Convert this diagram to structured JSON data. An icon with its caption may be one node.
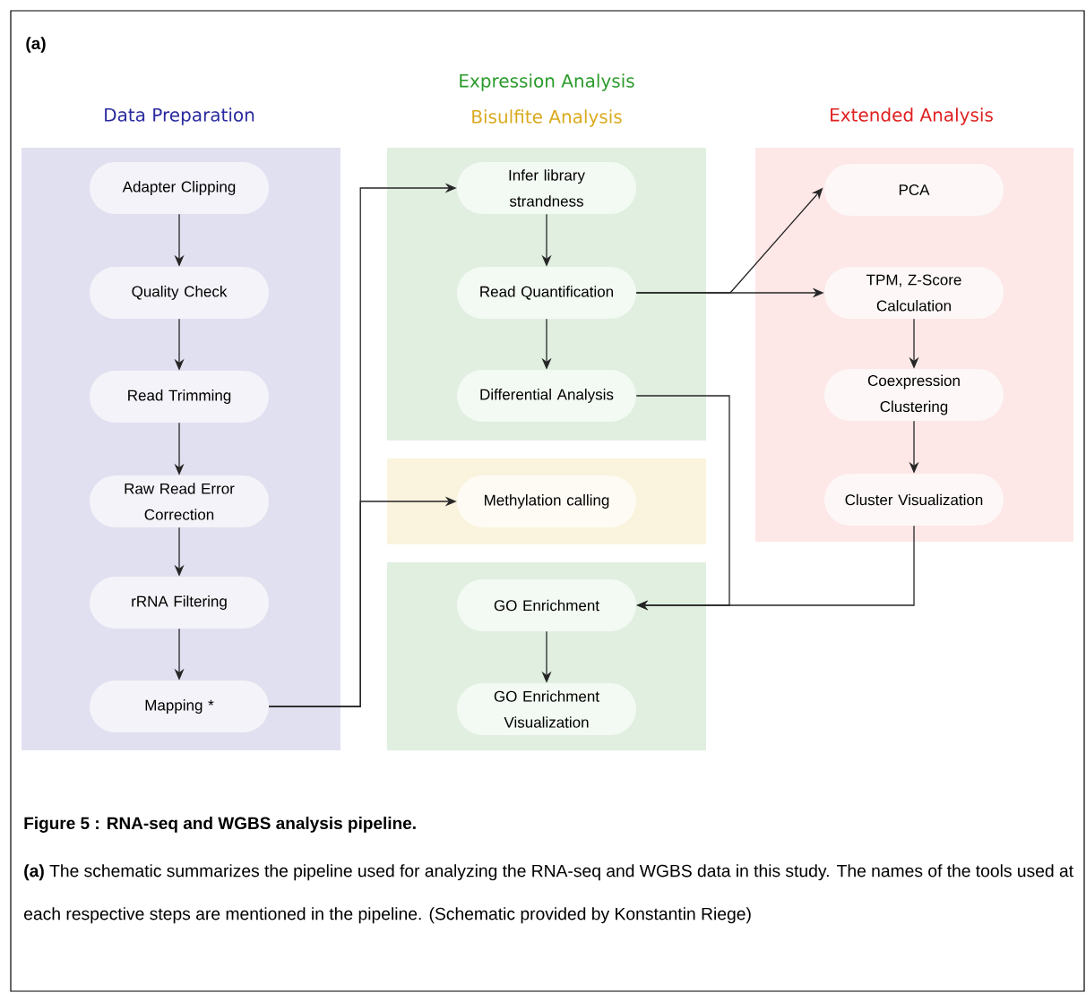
{
  "diagram": {
    "title": "Figure 5 : RNA-seq and WGBS analysis pipeline.",
    "caption": "**(a)** The schematic summarizes the pipeline used for analyzing the RNA-seq and WGBS data in this study. The names of the tools used at each respective steps are mentioned in the pipeline. (Schematic provided by Konstantin Riege)",
    "nodes": [
      {
        "text": [
          "Data Preparation"
        ]
      },
      {
        "text": [],
        "shape": "box"
      },
      {
        "text": [],
        "shape": "box"
      },
      {
        "text": [],
        "shape": "box"
      },
      {
        "text": [
          "Extended Analysis"
        ]
      },
      {
        "text": [
          "Adapter Clipping"
        ],
        "in": 0
      },
      {
        "text": [
          "Quality Check"
        ],
        "in": 0
      },
      {
        "text": [
          "Read Trimming"
        ],
        "in": 0
      },
      {
        "text": [
          "Raw Read Error Correction"
        ],
        "in": 0
      },
      {
        "text": [
          "rRNA Filtering"
        ],
        "in": 0
      },
      {
        "text": [
          "Mapping *"
        ],
        "in": 0
      },
      {
        "text": [
          "Infer library strandness"
        ],
        "in": 1
      },
      {
        "text": [
          "Read Quantification"
        ],
        "in": 1
      },
      {
        "text": [
          "Differential Analysis"
        ],
        "in": 1
      },
      {
        "text": [
          "Methylation calling"
        ],
        "in": 2
      },
      {
        "text": [
          "GO Enrichment"
        ],
        "in": 3
      },
      {
        "text": [
          "GO Enrichment Visualization"
        ],
        "in": 3
      },
      {
        "text": [
          "PCA"
        ],
        "in": 4
      },
      {
        "text": [
          "TPM, Z-Score Calculation"
        ],
        "in": 4
      },
      {
        "text": [
          "Coexpression Clustering"
        ],
        "in": 4
      },
      {
        "text": [
          "Cluster Visualization"
        ],
        "in": 4
      }
    ],
    "edges": [
      {
        "from": 5,
        "to": 6,
        "arrow": "to"
      },
      {
        "from": 6,
        "to": 7,
        "arrow": "to"
      },
      {
        "from": 7,
        "to": 8,
        "arrow": "to"
      },
      {
        "from": 8,
        "to": 9,
        "arrow": "to"
      },
      {
        "from": 9,
        "to": 10,
        "arrow": "to"
      },
      {
        "from": 10,
        "to": 11,
        "arrow": "to"
      },
      {
        "from": 10,
        "to": 14,
        "arrow": "to"
      },
      {
        "from": 11,
        "to": 12,
        "arrow": "to"
      },
      {
        "from": 12,
        "to": 13,
        "arrow": "to"
      },
      {
        "from": 12,
        "to": 17,
        "arrow": "to"
      },
      {
        "from": 12,
        "to": 18,
        "arrow": "to"
      },
      {
        "from": 18,
        "to": 19,
        "arrow": "to"
      },
      {
        "from": 19,
        "to": 20,
        "arrow": "to"
      },
      {
        "from": 13,
        "to": 15,
        "arrow": "to"
      },
      {
        "from": 20,
        "to": 15,
        "arrow": "to"
      },
      {
        "from": 15,
        "to": 16,
        "arrow": "to"
      }
    ],
    "labels": [
      "(a)",
      "Expression Analysis",
      "Bisulfite Analysis"
    ]
  }
}
